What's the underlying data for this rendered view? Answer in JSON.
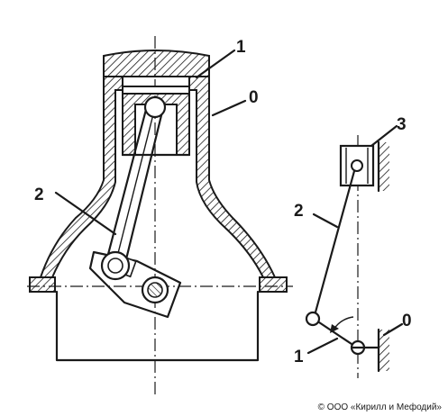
{
  "labels": {
    "engine_piston": "1",
    "engine_cylinder": "0",
    "engine_rod": "2",
    "scheme_slider": "3",
    "scheme_rod": "2",
    "scheme_frame": "0",
    "scheme_crank": "1"
  },
  "copyright": "© ООО «Кирилл и Мефодий»"
}
